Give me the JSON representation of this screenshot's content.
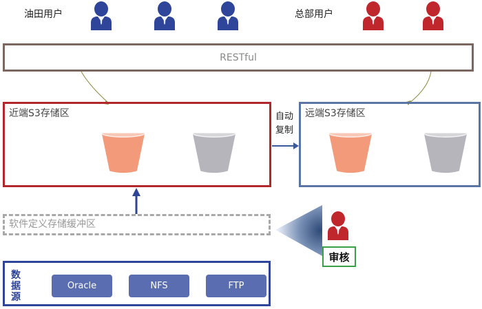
{
  "oilfield_users_label": "油田用户",
  "hq_users_label": "总部用户",
  "restful_label": "RESTful",
  "near_zone_title": "近端S3存储区",
  "far_zone_title": "远端S3存储区",
  "auto_copy_label": "自动复制",
  "buffer_label": "软件定义存储缓冲区",
  "review_label": "审核",
  "data_source_label": "数据源",
  "data_sources": [
    "Oracle",
    "NFS",
    "FTP"
  ],
  "colors": {
    "user_blue": "#2e4599",
    "user_red": "#c0272d",
    "bucket_orange": "#f39a7a",
    "bucket_gray": "#b5b5bb",
    "near_border": "#b3262c",
    "far_border": "#5a74a3",
    "review_border": "#3aa046"
  },
  "icons": {
    "user": "person-icon",
    "bucket": "bucket-icon"
  }
}
